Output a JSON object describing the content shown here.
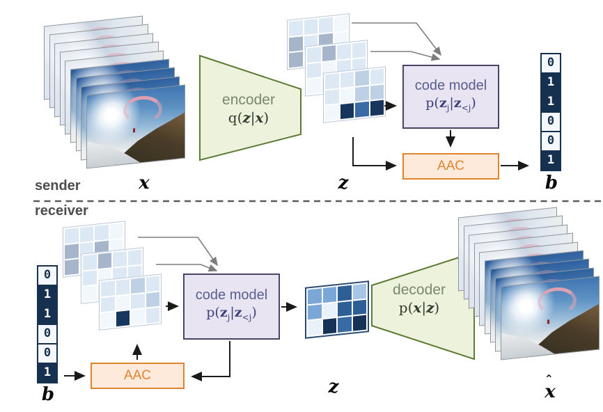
{
  "divider": {
    "sender_label": "sender",
    "receiver_label": "receiver"
  },
  "sender": {
    "x_label": "x",
    "z_label": "z",
    "b_label": "b",
    "encoder": {
      "title": "encoder",
      "f_fn": "q(",
      "f_a": "z",
      "f_bar": "|",
      "f_b": "x",
      "f_close": ")"
    },
    "code_model": {
      "title": "code model",
      "f_fn": "p(",
      "f_z1": "z",
      "f_sub1": "j",
      "f_bar": "|",
      "f_z2": "z",
      "f_sub2": "<j",
      "f_close": ")"
    },
    "aac_label": "AAC",
    "bits": [
      0,
      1,
      1,
      0,
      0,
      1
    ]
  },
  "receiver": {
    "b_label": "b",
    "z_label": "z",
    "xhat_char": "x",
    "xhat_hat": "ˆ",
    "code_model": {
      "title": "code model",
      "f_fn": "p(",
      "f_z1": "z",
      "f_sub1": "j",
      "f_bar": "|",
      "f_z2": "z",
      "f_sub2": "<j",
      "f_close": ")"
    },
    "aac_label": "AAC",
    "decoder": {
      "title": "decoder",
      "f_fn": "p(",
      "f_a": "x",
      "f_bar": "|",
      "f_b": "z",
      "f_close": ")"
    },
    "bits": [
      0,
      1,
      1,
      0,
      0,
      1
    ]
  },
  "grids": {
    "token_colors": {
      "w": "#f2f7fc",
      "l": "#dce8f4",
      "m": "#bed0e4",
      "g": "#a6b5ca",
      "D": "#17365e",
      "B": "#3a6ba6",
      "M": "#7ba6d8",
      "S": "#2e5e96",
      "L": "#a7c5e7",
      "W": "#e9f1fa",
      "N": "#163357",
      "T": "#3a6aa4"
    },
    "sender_back": [
      [
        "l",
        "l",
        "l",
        "w"
      ],
      [
        "g",
        "l",
        "g",
        "w"
      ],
      [
        "g",
        "w",
        "l",
        "l"
      ]
    ],
    "sender_mid": [
      [
        "l",
        "g",
        "l",
        "l"
      ],
      [
        "l",
        "w",
        "l",
        "l"
      ],
      [
        "w",
        "l",
        "g",
        "l"
      ]
    ],
    "sender_front": [
      [
        "l",
        "l",
        "m",
        "l"
      ],
      [
        "l",
        "w",
        "m",
        "m"
      ],
      [
        "w",
        "D",
        "B",
        "D"
      ]
    ],
    "receiver_back": [
      [
        "l",
        "l",
        "l",
        "w"
      ],
      [
        "g",
        "l",
        "g",
        "w"
      ],
      [
        "g",
        "w",
        "l",
        "l"
      ]
    ],
    "receiver_mid": [
      [
        "l",
        "g",
        "l",
        "l"
      ],
      [
        "l",
        "w",
        "l",
        "l"
      ],
      [
        "w",
        "l",
        "g",
        "l"
      ]
    ],
    "receiver_front": [
      [
        "l",
        "l",
        "m",
        "l"
      ],
      [
        "l",
        "w",
        "l",
        "m"
      ],
      [
        "w",
        "D",
        "w",
        "l"
      ]
    ],
    "z_full": [
      [
        "M",
        "M",
        "S",
        "L"
      ],
      [
        "M",
        "W",
        "S",
        "S"
      ],
      [
        "W",
        "N",
        "T",
        "N"
      ]
    ]
  },
  "colors": {
    "encoder_fill": "#edf2dc",
    "encoder_border": "#5c7a33",
    "code_model_fill": "#e9e4f2",
    "code_model_border": "#4c4168",
    "aac_fill": "#fdeadb",
    "aac_border": "#e0832f",
    "bit_navy": "#16304f",
    "divider_gray": "#5a5a5a"
  }
}
